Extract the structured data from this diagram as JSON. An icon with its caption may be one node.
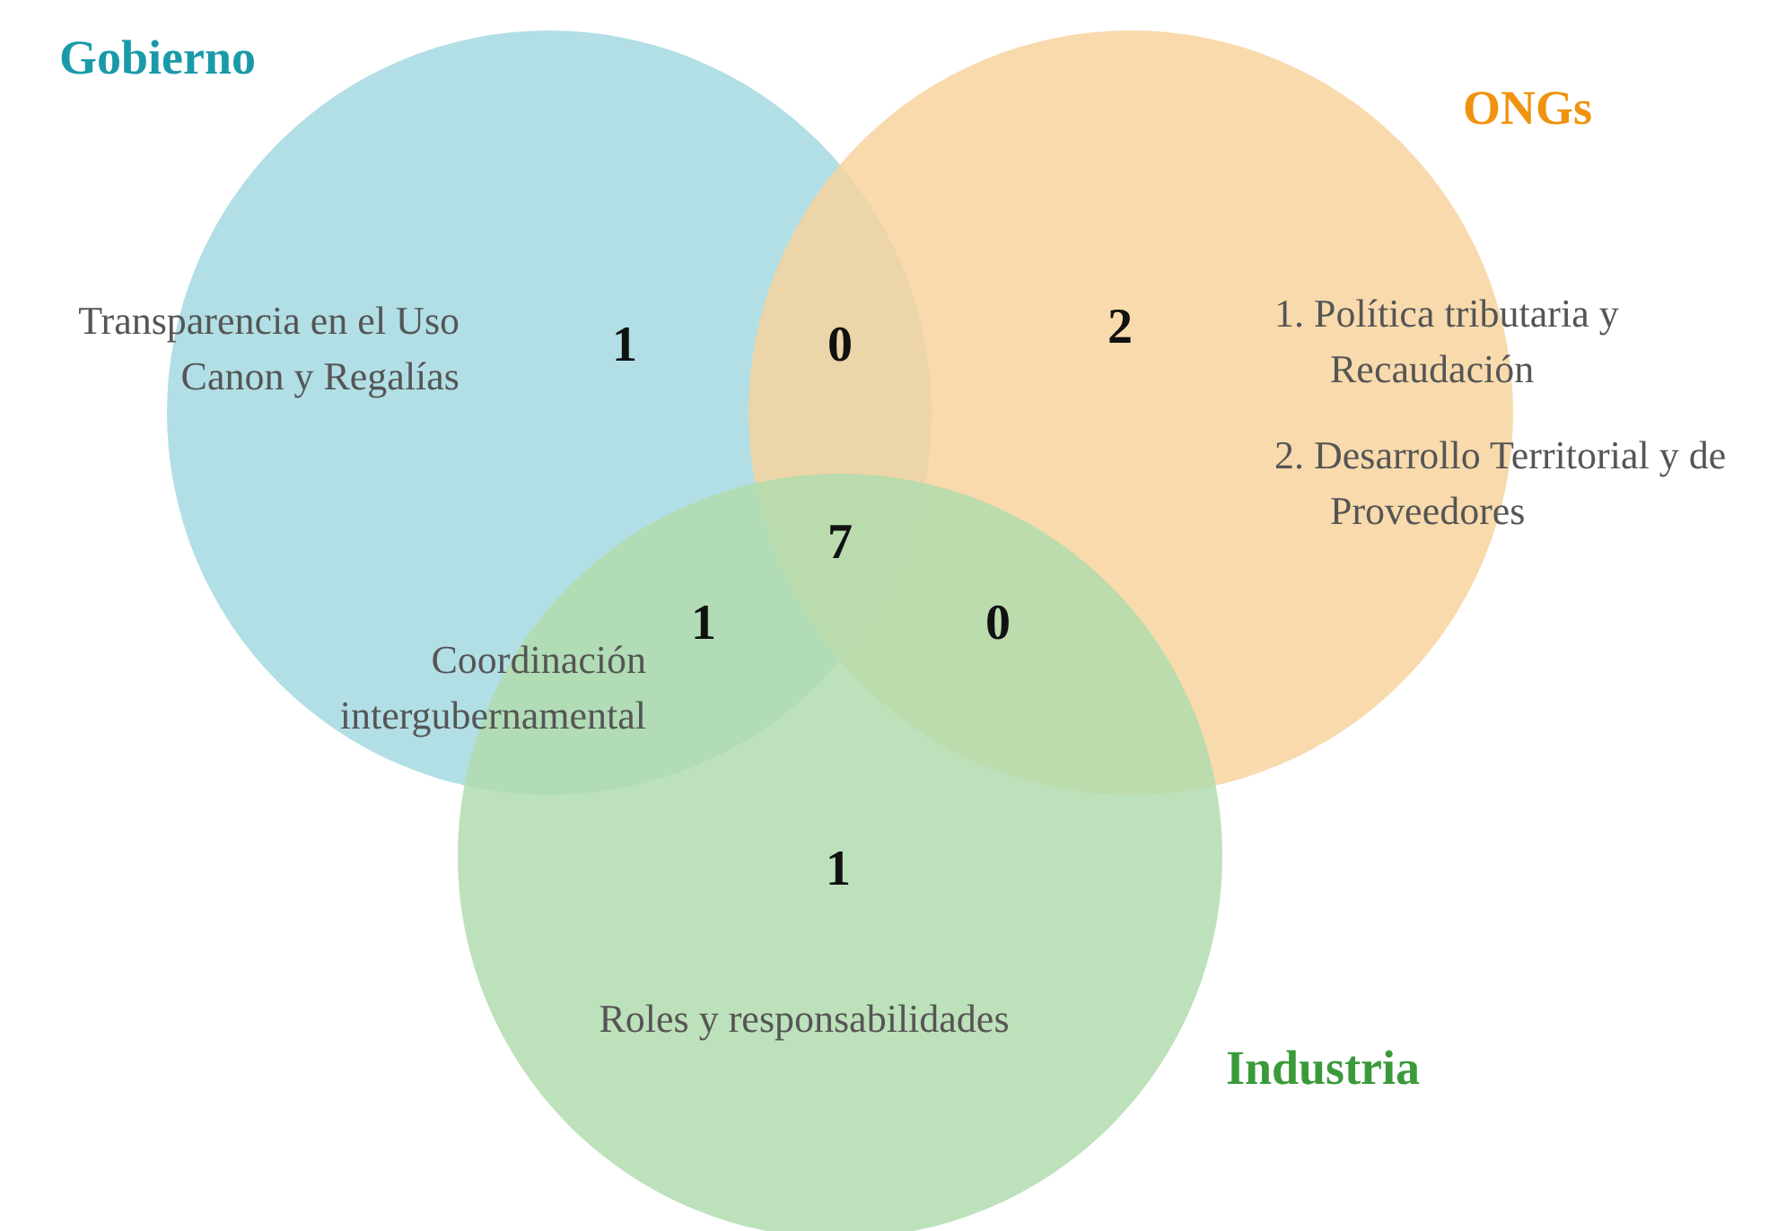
{
  "diagram": {
    "nodes": [
      {
        "text": [
          "Gobierno"
        ]
      },
      {
        "text": [
          "ONGs"
        ]
      },
      {
        "text": [
          "Industria"
        ]
      }
    ],
    "labels": [
      "Transparencia en el Uso Canon y Regalías",
      "1",
      "0",
      "2",
      "1. Política tributaria y Recaudación",
      "2. Desarrollo Territorial y de Proveedores",
      "7",
      "1",
      "0",
      "Coordinación intergubernamental",
      "1",
      "Roles y responsabilidades"
    ]
  }
}
